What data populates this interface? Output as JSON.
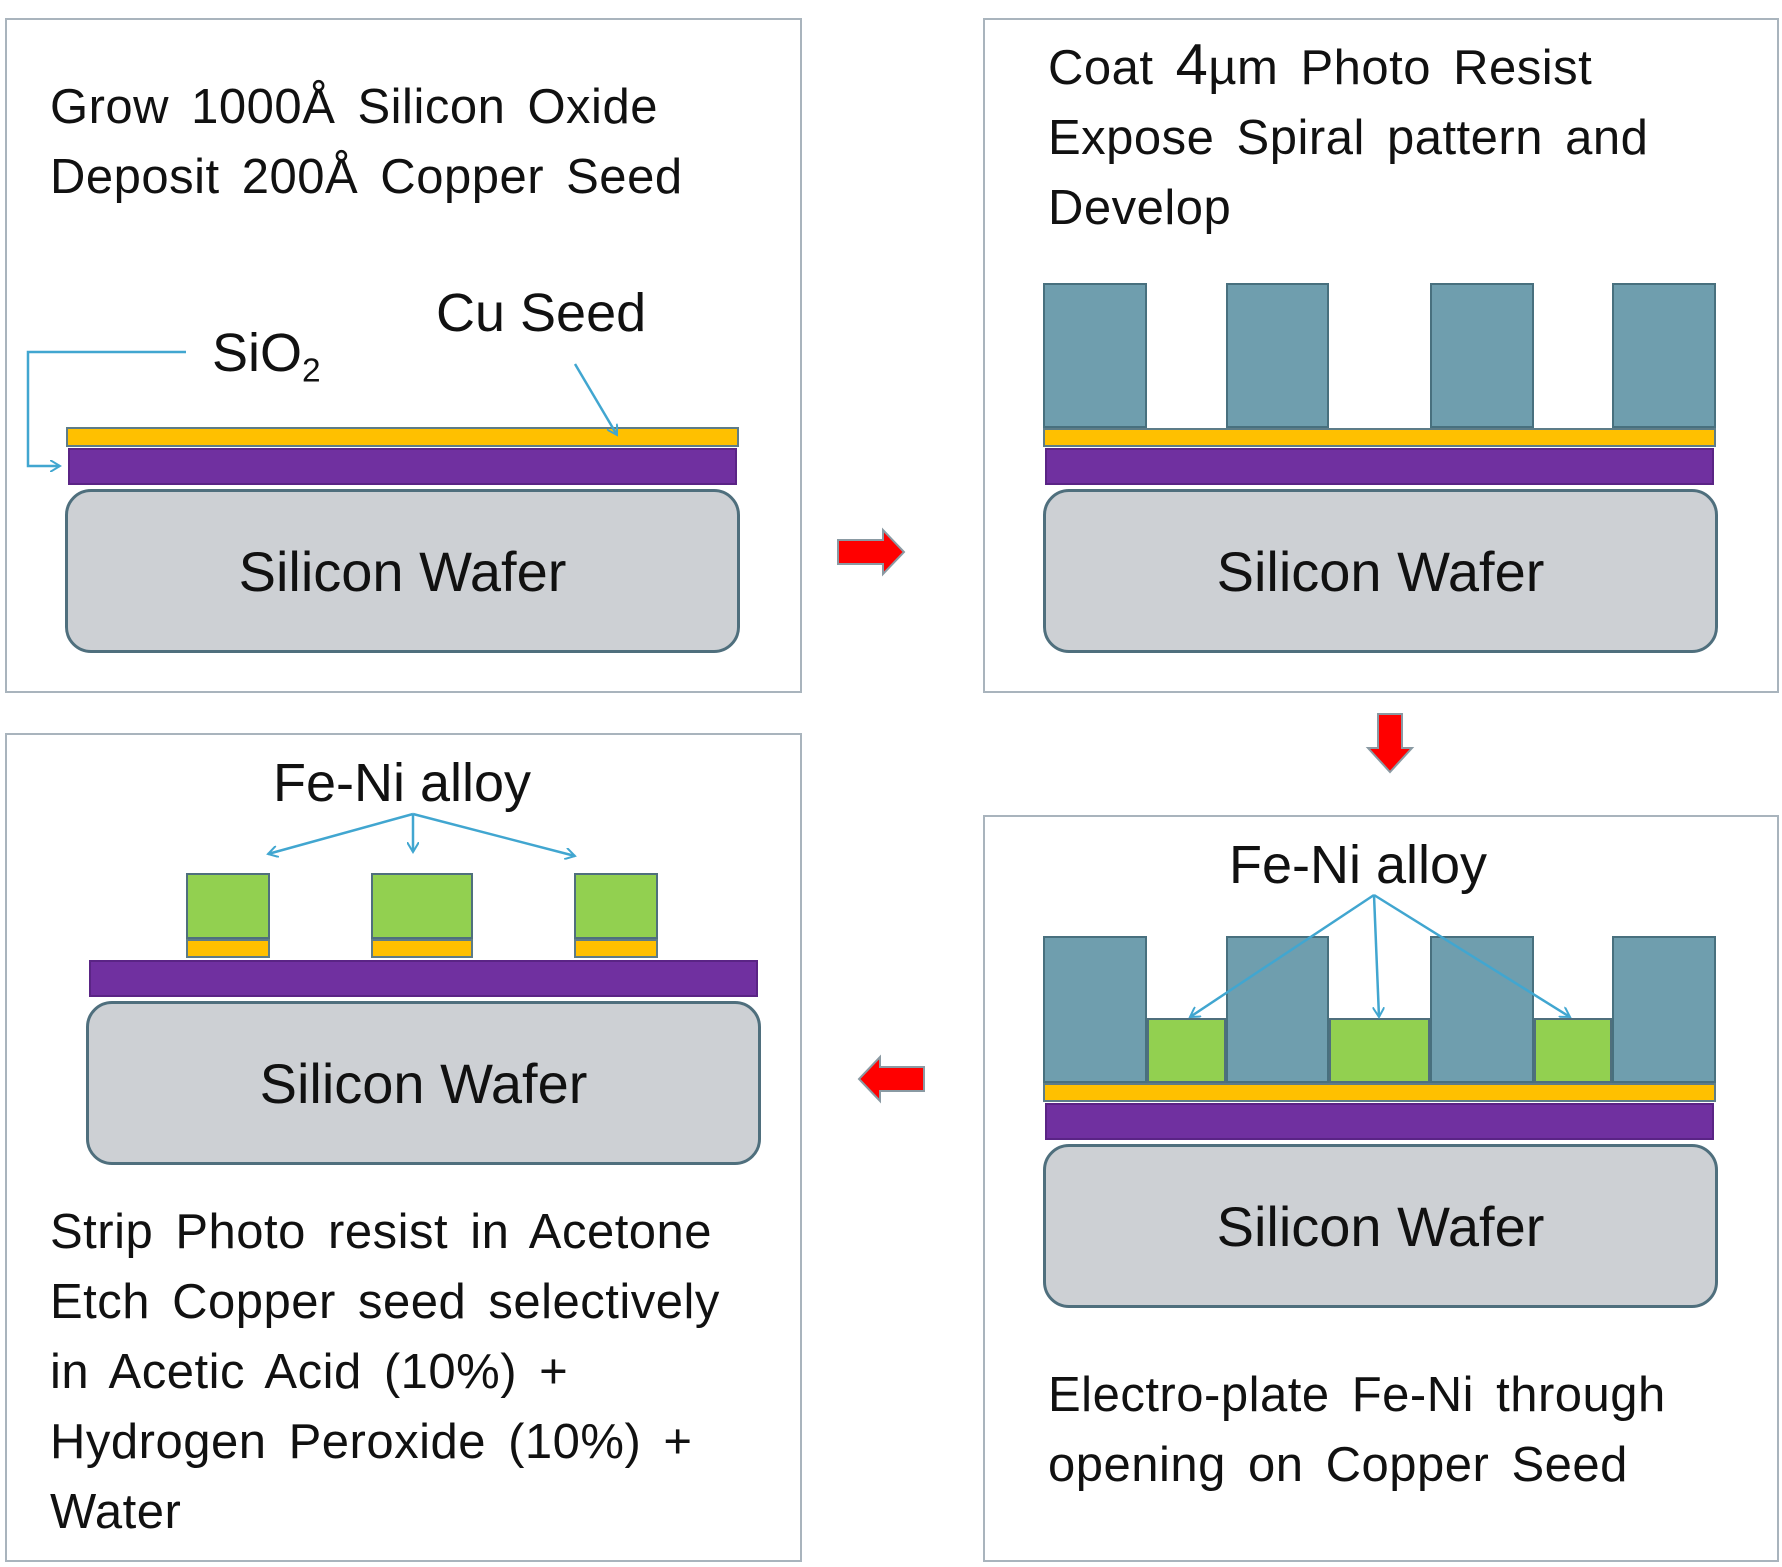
{
  "step1": {
    "lines": [
      "Grow 1000Å Silicon Oxide",
      "Deposit 200Å Copper Seed"
    ],
    "label_sio2_main": "SiO",
    "label_sio2_sub": "2",
    "label_cu_seed": "Cu Seed",
    "wafer_label": "Silicon Wafer"
  },
  "step2": {
    "line1_pre": "Coat ",
    "line1_num": "4",
    "line1_post": "µm Photo Resist",
    "line2": "Expose Spiral pattern and",
    "line3": "Develop",
    "wafer_label": "Silicon Wafer"
  },
  "step3": {
    "label_alloy": "Fe-Ni alloy",
    "wafer_label": "Silicon Wafer",
    "lines": [
      "Electro-plate Fe-Ni through",
      "opening on Copper Seed"
    ]
  },
  "step4": {
    "label_alloy": "Fe-Ni alloy",
    "wafer_label": "Silicon Wafer",
    "lines": [
      "Strip Photo resist in Acetone",
      "Etch Copper seed selectively",
      "in Acetic Acid (10%) +",
      "Hydrogen Peroxide (10%) +",
      "Water"
    ]
  },
  "colors": {
    "wafer": "#cdd0d4",
    "oxide": "#7030a0",
    "seed": "#ffc000",
    "resist": "#6f9eae",
    "alloy": "#92d050",
    "flow_arrow": "#ff0000",
    "callout": "#41a6d0"
  }
}
